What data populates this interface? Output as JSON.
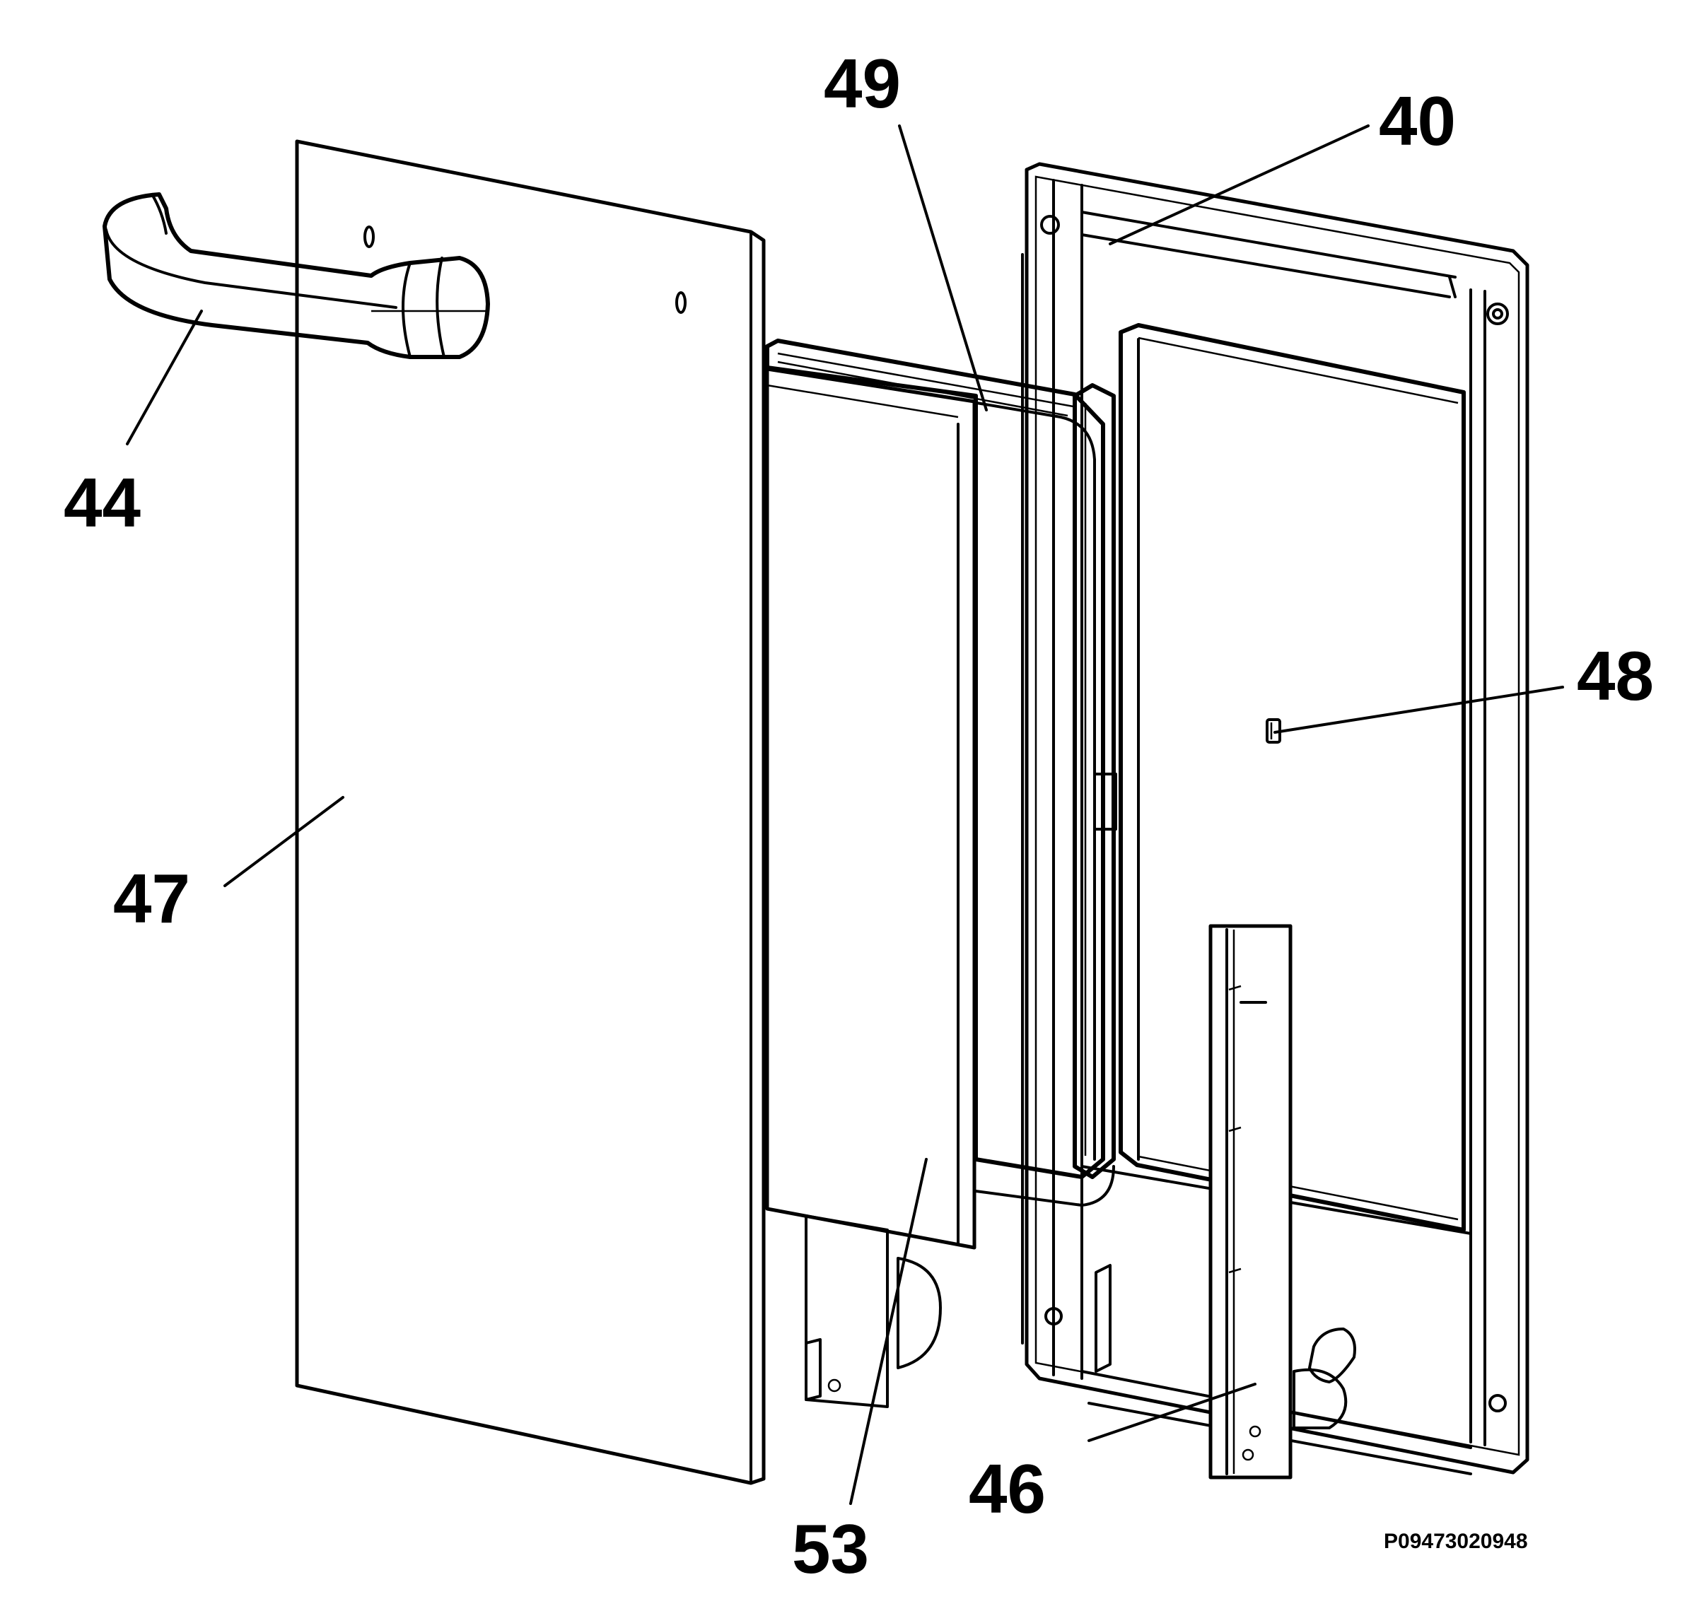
{
  "figure": {
    "reference_code": "P09473020948",
    "callouts": [
      {
        "id": "44",
        "text": "44",
        "part": "handle"
      },
      {
        "id": "49",
        "text": "49",
        "part": "upper-seal-strip"
      },
      {
        "id": "40",
        "text": "40",
        "part": "inner-door-frame"
      },
      {
        "id": "48",
        "text": "48",
        "part": "clip"
      },
      {
        "id": "47",
        "text": "47",
        "part": "outer-door-panel"
      },
      {
        "id": "53",
        "text": "53",
        "part": "glass-pane"
      },
      {
        "id": "46",
        "text": "46",
        "part": "hinge-bracket"
      }
    ]
  }
}
